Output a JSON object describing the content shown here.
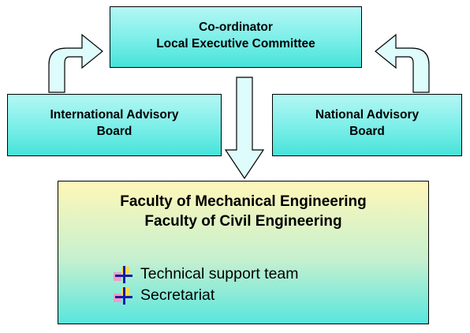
{
  "coordinator": {
    "line1": "Co-ordinator",
    "line2": "Local Executive Committee"
  },
  "international_board": {
    "line1": "International Advisory",
    "line2": "Board"
  },
  "national_board": {
    "line1": "National Advisory",
    "line2": "Board"
  },
  "faculties": {
    "line1": "Faculty of Mechanical Engineering",
    "line2": "Faculty of Civil  Engineering"
  },
  "support_units": [
    {
      "label": "Technical support team",
      "icon": "bullet-cross-icon"
    },
    {
      "label": "Secretariat",
      "icon": "bullet-cross-icon"
    }
  ],
  "colors": {
    "box_cyan": "#7aeee8",
    "arrow_fill": "#ddfcfb",
    "faculty_top": "#fff7b8",
    "faculty_bottom": "#58e6de"
  }
}
